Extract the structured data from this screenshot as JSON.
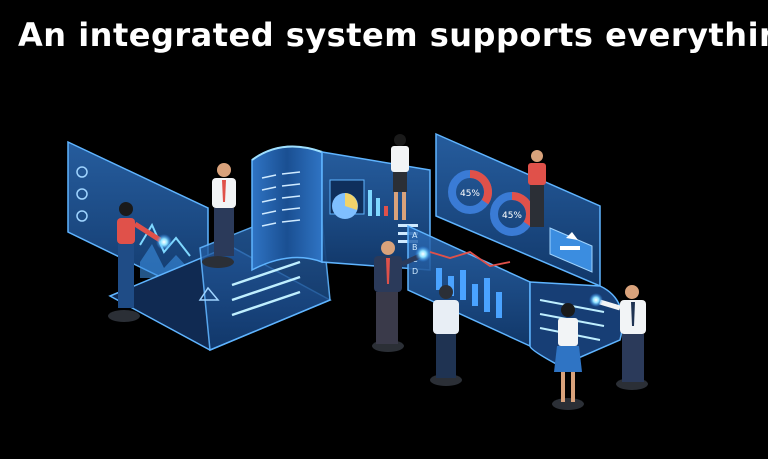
{
  "title": "An integrated system supports everything",
  "illustration": {
    "pie_labels": [
      "45%",
      "45%"
    ],
    "panel_letters": [
      "A",
      "B",
      "C",
      "D"
    ],
    "colors": {
      "background": "#000000",
      "panel": "#1f4c86",
      "panel_edge": "#5fb4ff",
      "glow": "#7fd8ff",
      "accent_red": "#e0514a",
      "shirt_white": "#f2f4f6",
      "suit_navy": "#2b3a5a"
    }
  }
}
